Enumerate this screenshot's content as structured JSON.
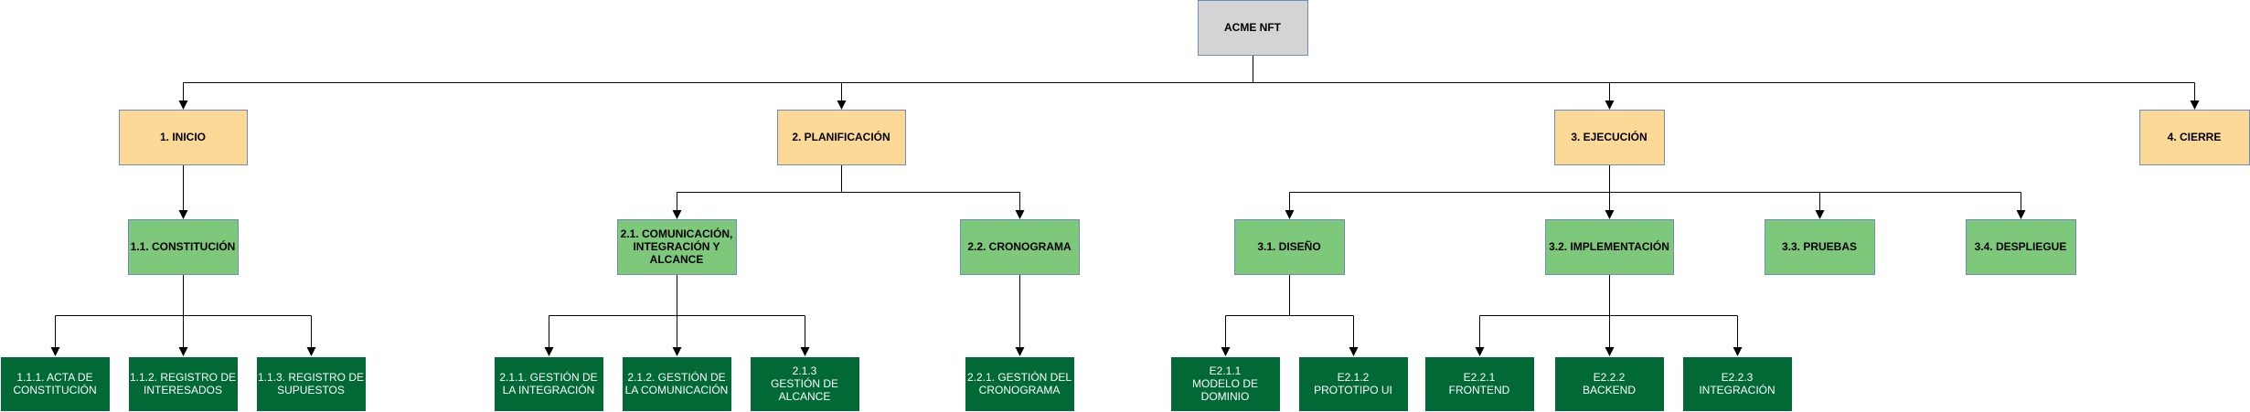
{
  "nodes": {
    "root": [
      "ACME NFT"
    ],
    "n1": [
      "1. INICIO"
    ],
    "n2": [
      "2. PLANIFICACIÓN"
    ],
    "n3": [
      "3. EJECUCIÓN"
    ],
    "n4": [
      "4. CIERRE"
    ],
    "n11": [
      "1.1. CONSTITUCIÓN"
    ],
    "n111": [
      "1.1.1. ACTA DE",
      "CONSTITUCIÓN"
    ],
    "n112": [
      "1.1.2. REGISTRO DE",
      "INTERESADOS"
    ],
    "n113": [
      "1.1.3. REGISTRO DE",
      "SUPUESTOS"
    ],
    "n21": [
      "2.1. COMUNICACIÓN,",
      "INTEGRACIÓN Y",
      "ALCANCE"
    ],
    "n22": [
      "2.2. CRONOGRAMA"
    ],
    "n211": [
      "2.1.1. GESTIÓN DE",
      "LA INTEGRACIÓN"
    ],
    "n212": [
      "2.1.2. GESTIÓN DE",
      "LA COMUNICACIÓN"
    ],
    "n213": [
      "2.1.3",
      "GESTIÓN DE",
      "ALCANCE"
    ],
    "n221": [
      "2.2.1. GESTIÓN DEL",
      "CRONOGRAMA"
    ],
    "n31": [
      "3.1. DISEÑO"
    ],
    "n32": [
      "3.2. IMPLEMENTACIÓN"
    ],
    "n33": [
      "3.3. PRUEBAS"
    ],
    "n34": [
      "3.4. DESPLIEGUE"
    ],
    "n311": [
      "E2.1.1",
      "MODELO DE",
      "DOMINIO"
    ],
    "n312": [
      "E2.1.2",
      "PROTOTIPO UI"
    ],
    "n321": [
      "E2.2.1",
      "FRONTEND"
    ],
    "n322": [
      "E2.2.2",
      "BACKEND"
    ],
    "n323": [
      "E2.2.3",
      "INTEGRACIÓN"
    ]
  },
  "edges": [
    [
      "root",
      "n1"
    ],
    [
      "root",
      "n2"
    ],
    [
      "root",
      "n3"
    ],
    [
      "root",
      "n4"
    ],
    [
      "n1",
      "n11"
    ],
    [
      "n11",
      "n111"
    ],
    [
      "n11",
      "n112"
    ],
    [
      "n11",
      "n113"
    ],
    [
      "n2",
      "n21"
    ],
    [
      "n2",
      "n22"
    ],
    [
      "n21",
      "n211"
    ],
    [
      "n21",
      "n212"
    ],
    [
      "n21",
      "n213"
    ],
    [
      "n22",
      "n221"
    ],
    [
      "n3",
      "n31"
    ],
    [
      "n3",
      "n32"
    ],
    [
      "n3",
      "n33"
    ],
    [
      "n3",
      "n34"
    ],
    [
      "n31",
      "n311"
    ],
    [
      "n31",
      "n312"
    ],
    [
      "n32",
      "n321"
    ],
    [
      "n32",
      "n322"
    ],
    [
      "n32",
      "n323"
    ]
  ],
  "colors": {
    "root_fill": "#d4d4d4",
    "phase_fill": "#fdd998",
    "deliverable_fill": "#7dc87b",
    "work_package_fill": "#006936",
    "border": "#6c8ebf"
  }
}
